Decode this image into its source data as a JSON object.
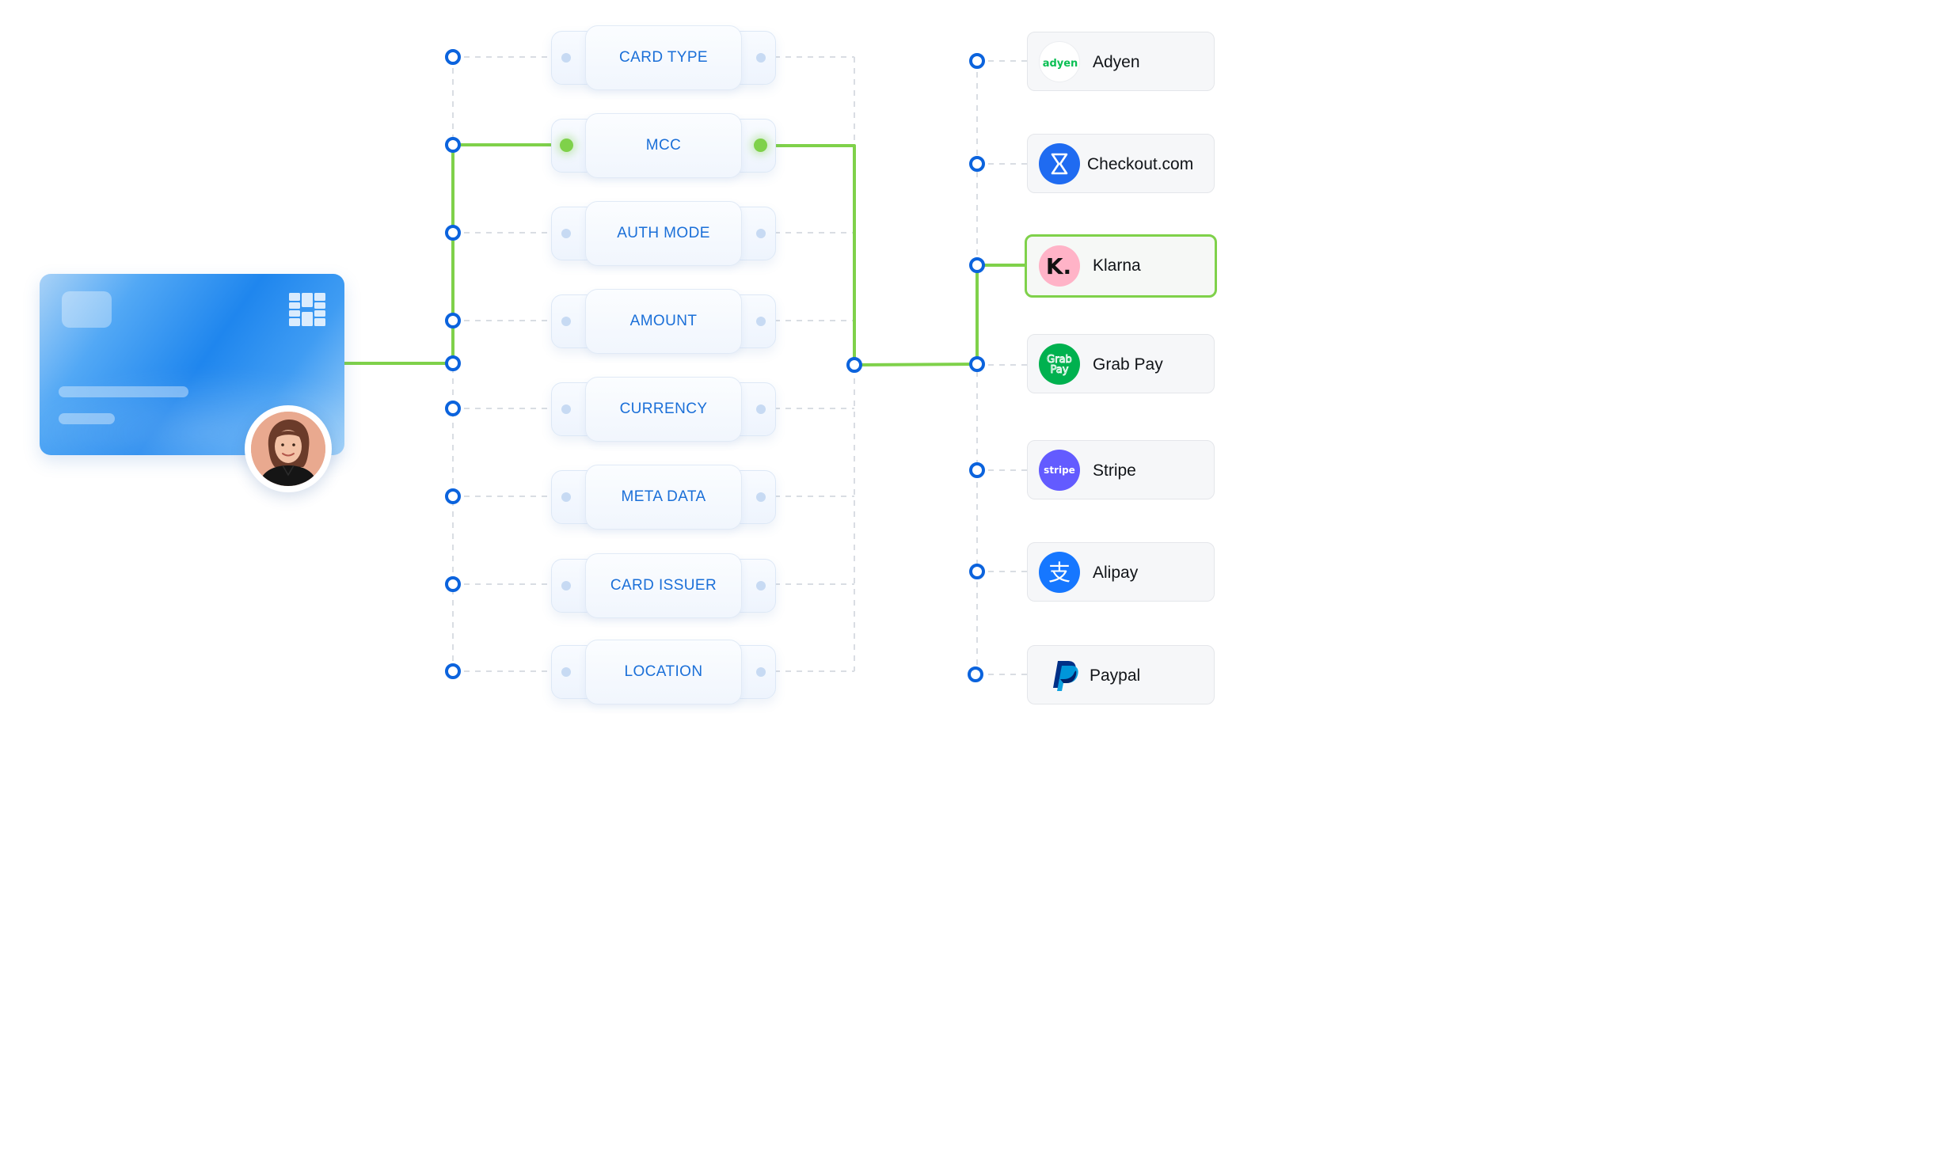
{
  "parameters": [
    {
      "label": "CARD TYPE",
      "active": false
    },
    {
      "label": "MCC",
      "active": true
    },
    {
      "label": "AUTH MODE",
      "active": false
    },
    {
      "label": "AMOUNT",
      "active": false
    },
    {
      "label": "CURRENCY",
      "active": false
    },
    {
      "label": "META DATA",
      "active": false
    },
    {
      "label": "CARD ISSUER",
      "active": false
    },
    {
      "label": "LOCATION",
      "active": false
    }
  ],
  "providers": [
    {
      "name": "Adyen",
      "logo_text": "adyen",
      "active": false
    },
    {
      "name": "Checkout.com",
      "active": false
    },
    {
      "name": "Klarna",
      "logo_text": "K.",
      "active": true
    },
    {
      "name": "Grab Pay",
      "logo_text_top": "Grab",
      "logo_text_bottom": "Pay",
      "active": false
    },
    {
      "name": "Stripe",
      "logo_text": "stripe",
      "active": false
    },
    {
      "name": "Alipay",
      "logo_text": "支",
      "active": false
    },
    {
      "name": "Paypal",
      "active": false
    }
  ],
  "colors": {
    "accent_blue": "#1a6fd8",
    "node_blue": "#0b63dd",
    "active_green": "#7fd14a",
    "connector_gray": "#d9dde3",
    "adyen_green": "#0abf53",
    "checkout_blue": "#1f6bf1",
    "klarna_pink": "#ffb3c7",
    "grab_green": "#00b14f",
    "stripe_purple": "#635bff",
    "alipay_blue": "#1677ff",
    "paypal_dark": "#003087",
    "paypal_light": "#009cde"
  },
  "icons": [
    "credit-card-icon",
    "chip-icon",
    "user-avatar",
    "adyen-logo",
    "checkout-logo",
    "klarna-logo",
    "grabpay-logo",
    "stripe-logo",
    "alipay-logo",
    "paypal-logo"
  ]
}
